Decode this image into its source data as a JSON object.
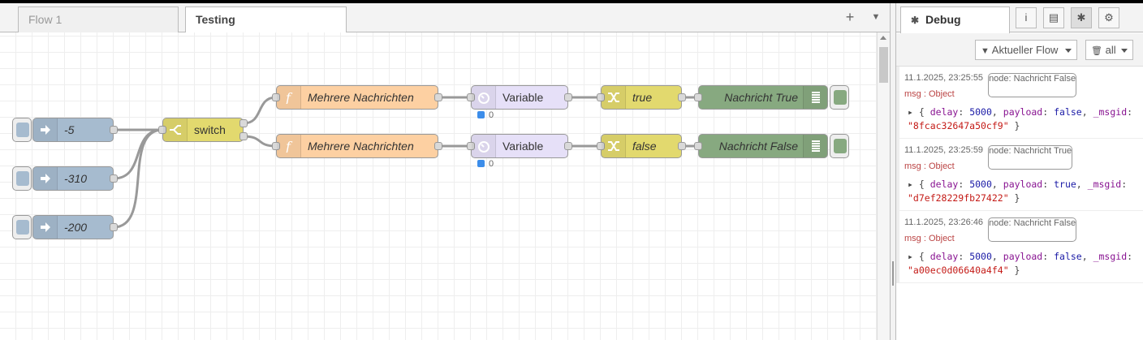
{
  "workspace": {
    "tabs": [
      {
        "label": "Flow 1",
        "active": false
      },
      {
        "label": "Testing",
        "active": true
      }
    ],
    "add_tab_icon": "plus-icon",
    "menu_icon": "chevron-down-icon"
  },
  "flow": {
    "inject_nodes": [
      {
        "label": "-5"
      },
      {
        "label": "-310"
      },
      {
        "label": "-200"
      }
    ],
    "switch_node": {
      "label": "switch"
    },
    "function_nodes": [
      {
        "label": "Mehrere Nachrichten"
      },
      {
        "label": "Mehrere Nachrichten"
      }
    ],
    "delay_nodes": [
      {
        "label": "Variable",
        "status": "0"
      },
      {
        "label": "Variable",
        "status": "0"
      }
    ],
    "change_nodes": [
      {
        "label": "true"
      },
      {
        "label": "false"
      }
    ],
    "debug_nodes": [
      {
        "label": "Nachricht True"
      },
      {
        "label": "Nachricht False"
      }
    ]
  },
  "sidebar": {
    "tab_label": "Debug",
    "buttons": [
      "info-icon",
      "book-icon",
      "bug-icon",
      "gear-icon"
    ],
    "filter_label": "Aktueller Flow",
    "clear_label": "all",
    "messages": [
      {
        "timestamp": "11.1.2025, 23:25:55",
        "node": "node: Nachricht False",
        "type": "msg : Object",
        "payload": "false",
        "msgid": "\"8fcac32647a50cf9\""
      },
      {
        "timestamp": "11.1.2025, 23:25:59",
        "node": "node: Nachricht True",
        "type": "msg : Object",
        "payload": "true",
        "msgid": "\"d7ef28229fb27422\""
      },
      {
        "timestamp": "11.1.2025, 23:26:46",
        "node": "node: Nachricht False",
        "type": "msg : Object",
        "payload": "false",
        "msgid": "\"a00ec0d06640a4f4\""
      }
    ],
    "delay_value": "5000"
  },
  "colors": {
    "inject": "#a6bbcf",
    "switch": "#e2d96e",
    "function": "#fdd0a2",
    "delay": "#e6e0f8",
    "change": "#e2d96e",
    "debug": "#87a980"
  }
}
